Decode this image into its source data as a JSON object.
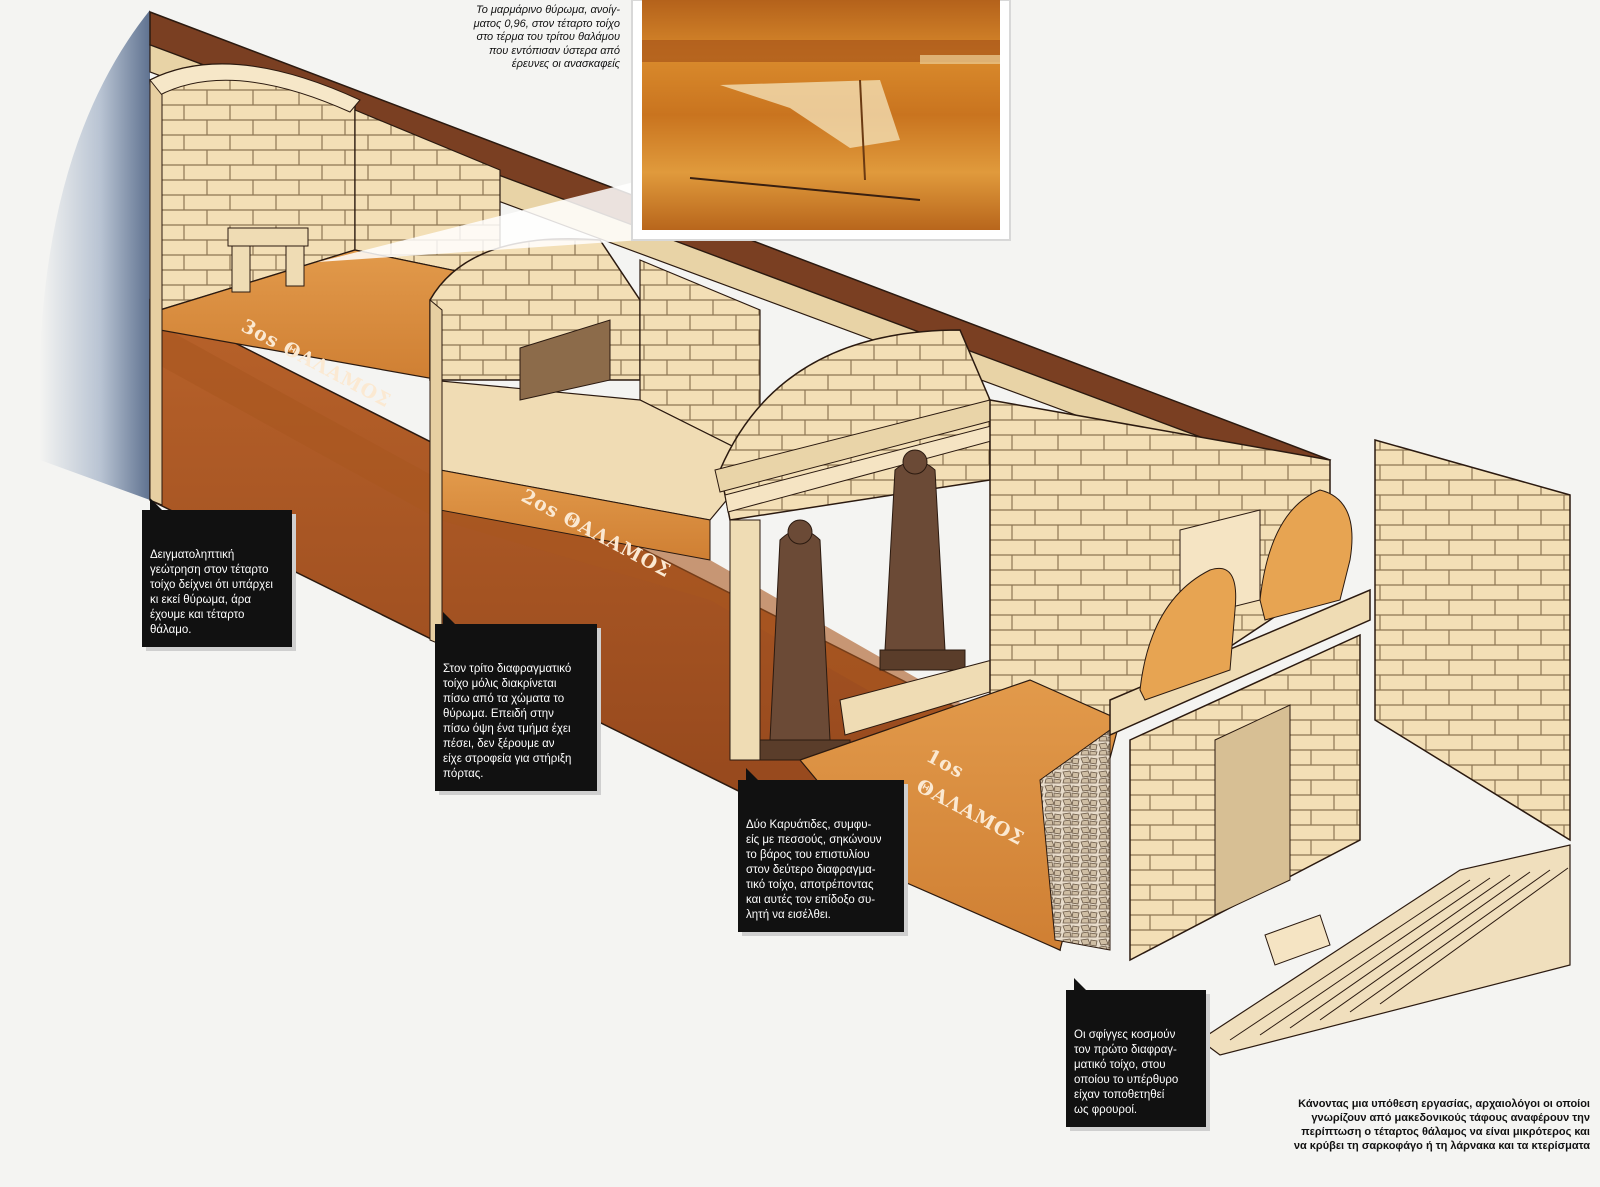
{
  "chambers": {
    "third": "3os ΘΑΛΑΜΟΣ",
    "second": "2os ΘΑΛΑΜΟΣ",
    "first_line1": "1os",
    "first_line2": "ΘΑΛΑΜΟΣ"
  },
  "inset_caption": "Το μαρμάρινο θύρωμα, ανοίγ-\nματος 0,96, στον τέταρτο τοίχο\nστο τέρμα του τρίτου θαλάμου\nπου εντόπισαν ύστερα από\nέρευνες οι ανασκαφείς",
  "callouts": {
    "core_drilling": "Δειγματοληπτική\nγεώτρηση στον τέταρτο\nτοίχο δείχνει ότι υπάρχει\nκι εκεί θύρωμα, άρα\nέχουμε και τέταρτο\nθάλαμο.",
    "third_wall": "Στον τρίτο διαφραγματικό\nτοίχο μόλις διακρίνεται\nπίσω από τα χώματα το\nθύρωμα. Επειδή στην\nπίσω όψη ένα τμήμα έχει\nπέσει, δεν ξέρουμε αν\nείχε στροφεία για στήριξη\nπόρτας.",
    "caryatids": "Δύο Καρυάτιδες, συμφυ-\nείς με πεσσούς, σηκώνουν\nτο βάρος του επιστυλίου\nστον δεύτερο διαφραγμα-\nτικό τοίχο, αποτρέποντας\nκαι αυτές τον επίδοξο συ-\nλητή να εισέλθει.",
    "sphinxes": "Οι σφίγγες κοσμούν\nτον πρώτο διαφραγ-\nματικό τοίχο, στου\nοποίου το υπέρθυρο\nείχαν τοποθετηθεί\nως φρουροί."
  },
  "bottom_note": "Κάνοντας μια υπόθεση εργασίας, αρχαιολόγοι οι οποίοι\nγνωρίζουν από μακεδονικούς τάφους αναφέρουν την\nπερίπτωση ο τέταρτος θάλαμος να  είναι μικρότερος και\nνα κρύβει τη σαρκοφάγο ή τη λάρνακα και τα κτερίσματα",
  "colors": {
    "stone": "#f3dfb6",
    "stone_dark": "#d9b985",
    "earth_light": "#d98c3e",
    "earth_dark": "#9c4b1c",
    "beam": "#7a3f22",
    "inset_orange": "#c8721d"
  }
}
